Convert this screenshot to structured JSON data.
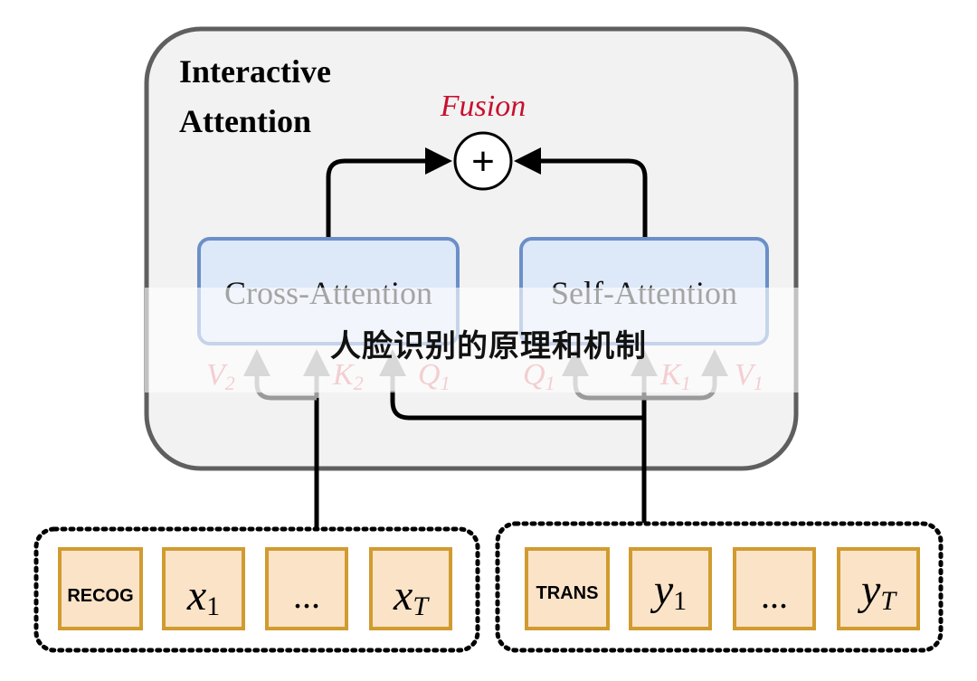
{
  "container": {
    "title_line1": "Interactive",
    "title_line2": "Attention"
  },
  "fusion": {
    "label": "Fusion",
    "symbol": "+"
  },
  "modules": {
    "cross_attention": "Cross-Attention",
    "self_attention": "Self-Attention"
  },
  "inputs": {
    "cross": [
      {
        "base": "V",
        "sub": "2"
      },
      {
        "base": "K",
        "sub": "2"
      },
      {
        "base": "Q",
        "sub": "1"
      }
    ],
    "self": [
      {
        "base": "Q",
        "sub": "1"
      },
      {
        "base": "K",
        "sub": "1"
      },
      {
        "base": "V",
        "sub": "1"
      }
    ]
  },
  "sequences": {
    "left": {
      "token": "RECOG",
      "first": {
        "base": "x",
        "sub": "1"
      },
      "ellipsis": "...",
      "last": {
        "base": "x",
        "sub": "T"
      }
    },
    "right": {
      "token": "TRANS",
      "first": {
        "base": "y",
        "sub": "1"
      },
      "ellipsis": "...",
      "last": {
        "base": "y",
        "sub": "T"
      }
    }
  },
  "overlay": {
    "caption": "人脸识别的原理和机制"
  },
  "colors": {
    "container_fill": "#f2f2f2",
    "container_stroke": "#5f5f5f",
    "module_fill": "#dde8f8",
    "module_stroke": "#6b8fc7",
    "fusion_label": "#c8102e",
    "qkv_label": "#e07f85",
    "qkv_arrow": "#9a9a9a",
    "token_fill": "#fbe3c8",
    "token_stroke": "#d19b2f"
  }
}
